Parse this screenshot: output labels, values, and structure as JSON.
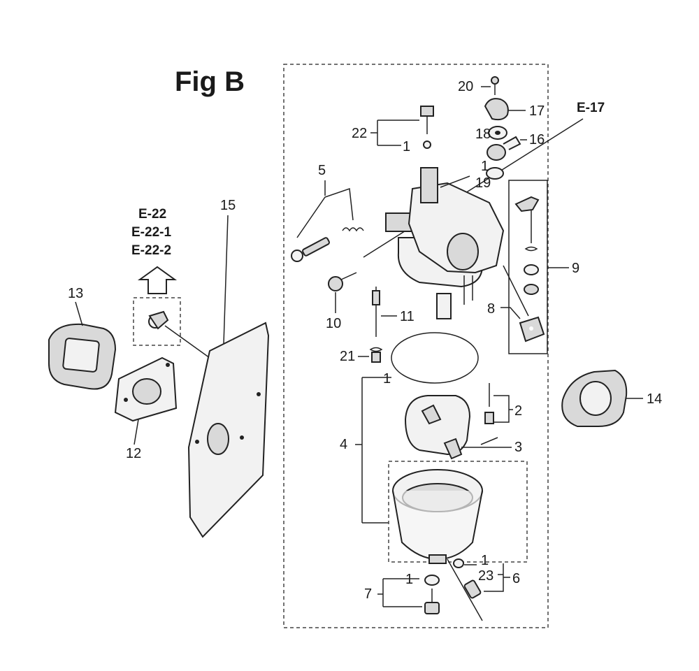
{
  "title": "Fig B",
  "refs": {
    "e17": "E-17",
    "e22": "E-22",
    "e22_1": "E-22-1",
    "e22_2": "E-22-2"
  },
  "callouts": {
    "c1a": "1",
    "c1b": "1",
    "c1c": "1",
    "c1d": "1",
    "c1e": "1",
    "c2": "2",
    "c3": "3",
    "c4": "4",
    "c5": "5",
    "c6": "6",
    "c7": "7",
    "c8": "8",
    "c9": "9",
    "c10": "10",
    "c11": "11",
    "c12": "12",
    "c13": "13",
    "c14": "14",
    "c15": "15",
    "c16": "16",
    "c17": "17",
    "c18": "18",
    "c19": "19",
    "c20": "20",
    "c21": "21",
    "c22": "22",
    "c23": "23"
  },
  "colors": {
    "ink": "#222222",
    "paper": "#ffffff"
  }
}
